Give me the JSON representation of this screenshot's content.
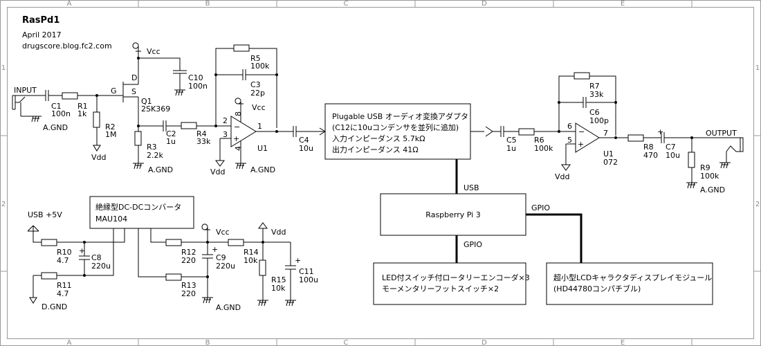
{
  "title": {
    "name": "RasPd1",
    "date": "April 2017",
    "site": "drugscore.blog.fc2.com"
  },
  "zones": {
    "columns": [
      "A",
      "B",
      "C",
      "D",
      "E"
    ],
    "rows": [
      "1",
      "2"
    ]
  },
  "nets": {
    "input": "INPUT",
    "output": "OUTPUT",
    "vcc": "Vcc",
    "vdd": "Vdd",
    "agnd": "A.GND",
    "dgnd": "D.GND",
    "usb5v": "USB +5V",
    "usb": "USB",
    "gpio": "GPIO"
  },
  "parts": {
    "c1": [
      "C1",
      "100n"
    ],
    "r1": [
      "R1",
      "1k"
    ],
    "r2": [
      "R2",
      "1M"
    ],
    "q1": [
      "Q1",
      "2SK369"
    ],
    "r3": [
      "R3",
      "2.2k"
    ],
    "c10": [
      "C10",
      "100n"
    ],
    "c2": [
      "C2",
      "1u"
    ],
    "r4": [
      "R4",
      "33k"
    ],
    "r5": [
      "R5",
      "100k"
    ],
    "c3": [
      "C3",
      "22p"
    ],
    "u1a": [
      "U1"
    ],
    "c4": [
      "C4",
      "10u"
    ],
    "c5": [
      "C5",
      "1u"
    ],
    "r6": [
      "R6",
      "100k"
    ],
    "r7": [
      "R7",
      "33k"
    ],
    "c6": [
      "C6",
      "100p"
    ],
    "u1b": [
      "U1",
      "072"
    ],
    "r8": [
      "R8",
      "470"
    ],
    "c7": [
      "C7",
      "10u"
    ],
    "r9": [
      "R9",
      "100k"
    ],
    "r10": [
      "R10",
      "4.7"
    ],
    "r11": [
      "R11",
      "4.7"
    ],
    "c8": [
      "C8",
      "220u"
    ],
    "r12": [
      "R12",
      "220"
    ],
    "r13": [
      "R13",
      "220"
    ],
    "c9": [
      "C9",
      "220u"
    ],
    "r14": [
      "R14",
      "10k"
    ],
    "r15": [
      "R15",
      "10k"
    ],
    "c11": [
      "C11",
      "100u"
    ]
  },
  "pins": {
    "g": "G",
    "d": "D",
    "s": "S",
    "p2": "2",
    "p3": "3",
    "p1": "1",
    "p8": "8",
    "p4": "4",
    "p6": "6",
    "p5": "5",
    "p7": "7"
  },
  "blocks": {
    "usb_audio": {
      "lines": [
        "Plugable USB オーディオ変換アダプタ",
        "(C12に10uコンデンサを並列に追加)",
        "入力インピーダンス 5.7kΩ",
        "出力インピーダンス 41Ω"
      ]
    },
    "raspberry": {
      "lines": [
        "Raspberry Pi 3"
      ]
    },
    "dcdc": {
      "lines": [
        "絶縁型DC-DCコンバータ",
        "MAU104"
      ]
    },
    "encoder": {
      "lines": [
        "LED付スイッチ付ロータリーエンコーダ×3",
        "モーメンタリーフットスイッチ×2"
      ]
    },
    "lcd": {
      "lines": [
        "超小型LCDキャラクタディスプレイモジュール",
        "(HD44780コンパチブル)"
      ]
    }
  }
}
